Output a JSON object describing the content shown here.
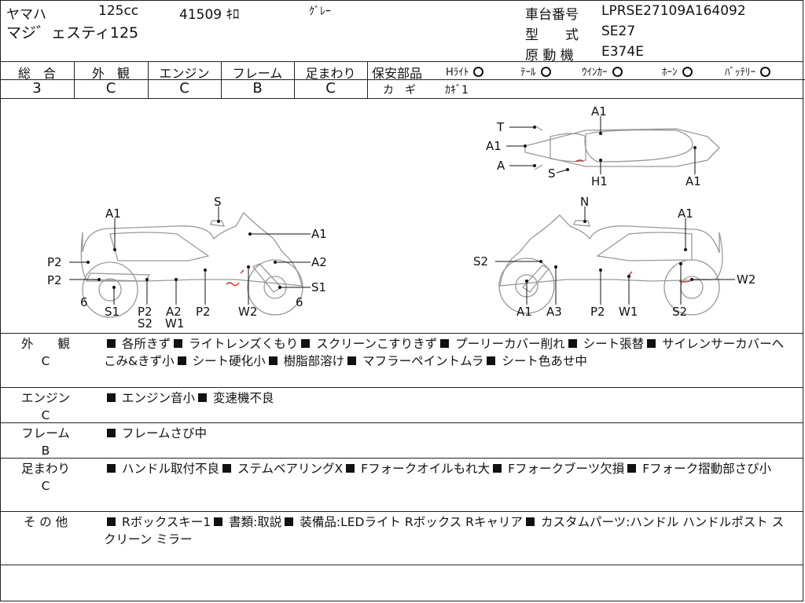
{
  "header": {
    "maker": "ヤマハ",
    "cc": "125cc",
    "mileage": "41509 ｷﾛ",
    "color": "ｸﾞﾚｰ",
    "model_name": "マジ゛ェスティ125",
    "frame_no_label": "車台番号",
    "frame_no": "LPRSE27109A164092",
    "type_label": "型　　式",
    "type_value": "SE27",
    "engine_label": "原 動 機",
    "engine_value": "E374E"
  },
  "grades": {
    "headers": [
      "総　合",
      "外　観",
      "エンジン",
      "フレーム",
      "足まわり"
    ],
    "values": [
      "3",
      "C",
      "C",
      "B",
      "C"
    ]
  },
  "safety": {
    "label": "保安部品",
    "items": [
      "Hﾗｲﾄ",
      "ﾃｰﾙ",
      "ｳｲﾝｶｰ",
      "ﾎｰﾝ",
      "ﾊﾞｯﾃﾘｰ"
    ],
    "key_label": "カ　ギ",
    "key_value": "ｶｷﾞ1"
  },
  "diagram": {
    "left_labels": [
      "A1",
      "S",
      "A1",
      "P2",
      "A2",
      "P2",
      "S1",
      "6",
      "6",
      "S1",
      "P2",
      "A2",
      "P2",
      "W2",
      "S2",
      "W1"
    ],
    "right_labels": [
      "N",
      "A1",
      "S2",
      "W2",
      "A1",
      "A3",
      "P2",
      "W1",
      "S2"
    ],
    "top_labels": [
      "A1",
      "T",
      "A1",
      "A",
      "S",
      "H1",
      "A1"
    ]
  },
  "sections": [
    {
      "label": "外　　観",
      "grade": "C",
      "items": [
        "各所きず",
        "ライトレンズくもり",
        "スクリーンこすりきず",
        "プーリーカバー削れ",
        "シート張替",
        "サイレンサーカバーへこみ&きず小",
        "シート硬化小",
        "樹脂部溶け",
        "マフラーペイントムラ",
        "シート色あせ中"
      ]
    },
    {
      "label": "エンジン",
      "grade": "C",
      "items": [
        "エンジン音小",
        "変速機不良"
      ]
    },
    {
      "label": "フレーム",
      "grade": "B",
      "items": [
        "フレームさび中"
      ]
    },
    {
      "label": "足まわり",
      "grade": "C",
      "items": [
        "ハンドル取付不良",
        "ステムベアリングX",
        "Fフォークオイルもれ大",
        "Fフォークブーツ欠損",
        "Fフォーク摺動部さび小"
      ]
    },
    {
      "label": "そ の 他",
      "grade": "",
      "items": [
        "Rボックスキー1",
        "書類:取説",
        "装備品:LEDライト Rボックス Rキャリア",
        "カスタムパーツ:ハンドル ハンドルポスト スクリーン ミラー"
      ]
    }
  ]
}
